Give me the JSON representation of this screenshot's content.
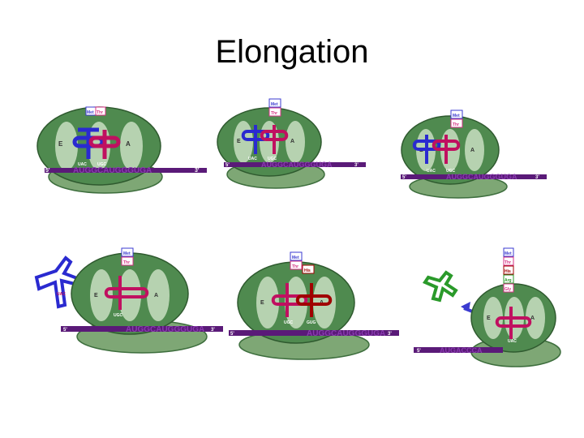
{
  "title": "Elongation",
  "colors": {
    "ribbosome_dark": "#3d6e3d",
    "ribosome_mid": "#6d9f67",
    "ribosome_light": "#cfe3c8",
    "mrna": "#5a1a78",
    "trna_blue": "#2a2ad0",
    "trna_red": "#c01060",
    "trna_darkred": "#a00000",
    "trna_green": "#2a9a2a",
    "aa_blue_box": "#3b3bd0",
    "aa_pink_box": "#d63384"
  },
  "panels": [
    {
      "mrna_text": "AUGGCAUGGGUGA",
      "five": "5'",
      "three": "3'",
      "site_e": "E",
      "site_a": "A",
      "chain": [
        "Met",
        "Thr"
      ],
      "anticodons": [
        "UAC",
        "UGC"
      ]
    },
    {
      "mrna_text": "AUGGCAUGGGUGA",
      "five": "5'",
      "three": "3'",
      "site_e": "E",
      "site_a": "A",
      "chain": [
        "Met",
        "Thr"
      ],
      "anticodons": [
        "UAC",
        "UGC"
      ]
    },
    {
      "mrna_text": "AUGGCAUGGGUGA",
      "five": "5'",
      "three": "3'",
      "site_e": "E",
      "site_a": "A",
      "chain": [
        "Met",
        "Thr"
      ],
      "anticodons": [
        "UAC",
        "UGC"
      ]
    },
    {
      "mrna_text": "AUGGCAUGGGUGA",
      "five": "5'",
      "three": "3'",
      "site_e": "E",
      "site_a": "A",
      "chain": [
        "Met",
        "Thr"
      ],
      "anticodons": [
        "UAC",
        "UGC"
      ]
    },
    {
      "mrna_text": "AUGGCAUGGGUGA",
      "five": "5'",
      "three": "3'",
      "site_e": "E",
      "site_a": "A",
      "chain": [
        "Met",
        "Thr",
        "His"
      ],
      "anticodons": [
        "UGC",
        "GUG"
      ]
    },
    {
      "mrna_text": "AUGACCCA",
      "five": "5'",
      "three": "3'",
      "site_e": "E",
      "site_a": "A",
      "chain": [
        "Met",
        "Thr",
        "His",
        "Arg",
        "Gly"
      ],
      "anticodons": [
        "UAC"
      ]
    }
  ]
}
